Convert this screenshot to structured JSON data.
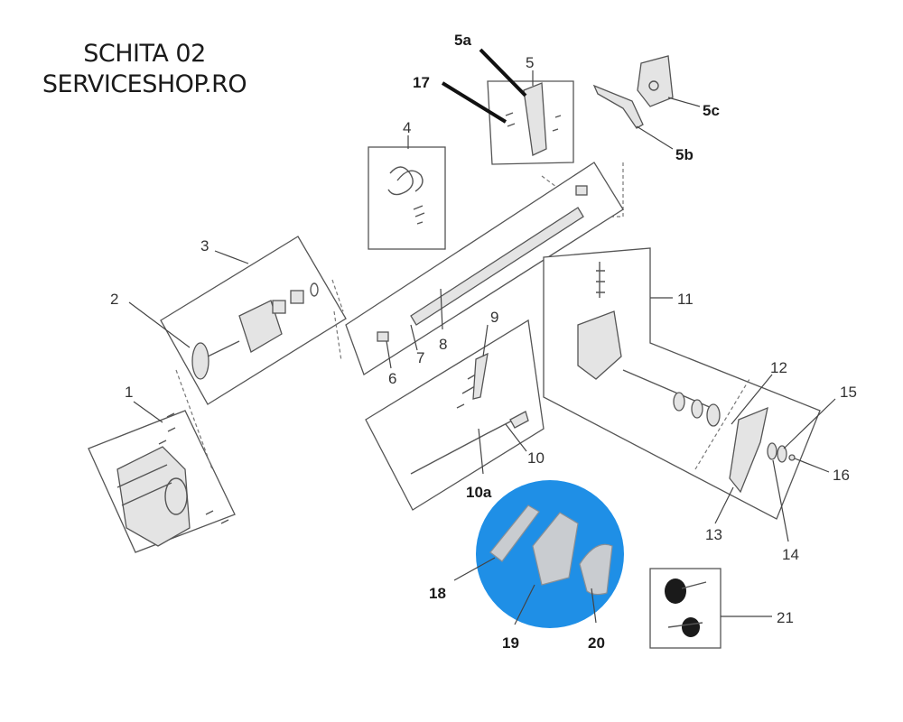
{
  "title": {
    "line1": "SCHITA 02",
    "line2": "SERVICESHOP.RO"
  },
  "colors": {
    "photo_circle": "#1f8fe6",
    "part_gray": "#c9ccd0",
    "line": "#555555"
  },
  "labels": {
    "p1": "1",
    "p2": "2",
    "p3": "3",
    "p4": "4",
    "p5": "5",
    "p5a": "5a",
    "p5b": "5b",
    "p5c": "5c",
    "p6": "6",
    "p7": "7",
    "p8": "8",
    "p9": "9",
    "p10": "10",
    "p10a": "10a",
    "p11": "11",
    "p12": "12",
    "p13": "13",
    "p14": "14",
    "p15": "15",
    "p16": "16",
    "p17": "17",
    "p18": "18",
    "p19": "19",
    "p20": "20",
    "p21": "21"
  }
}
